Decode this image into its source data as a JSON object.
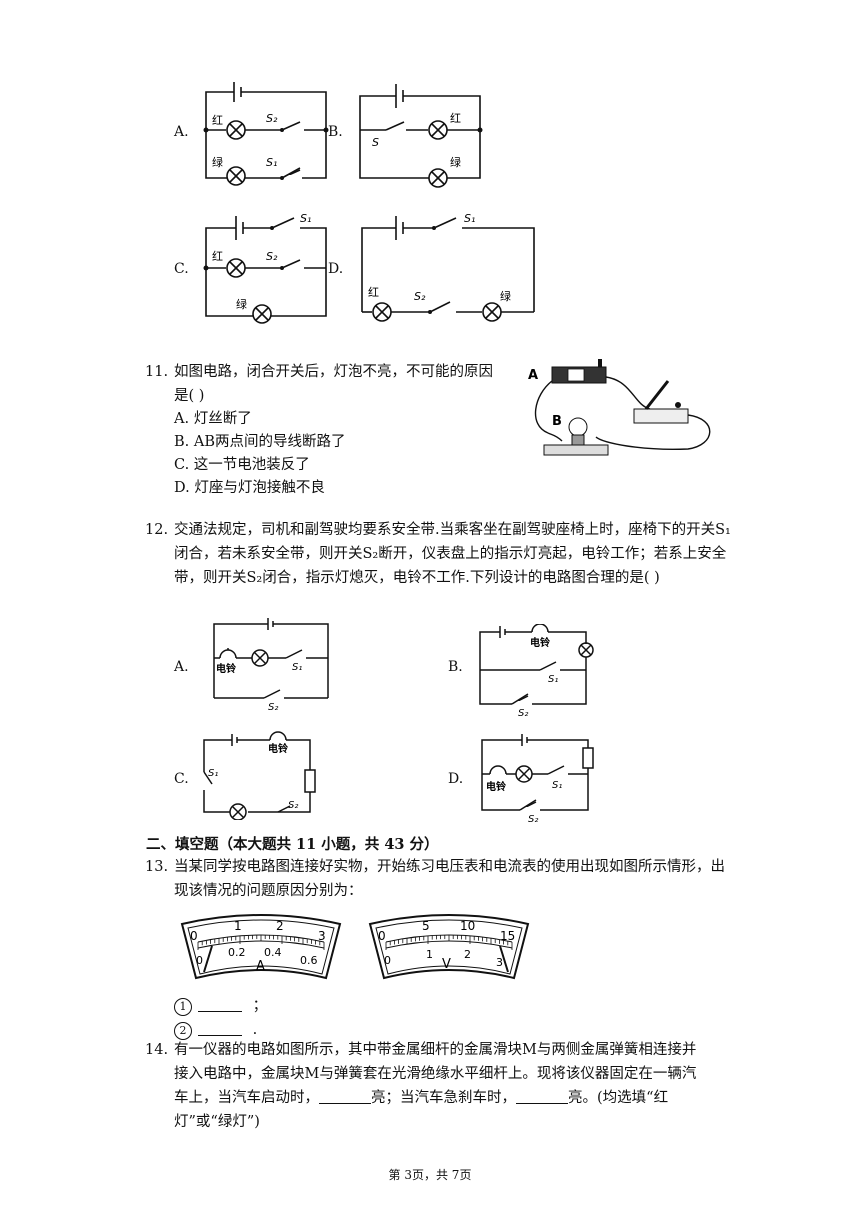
{
  "q10": {
    "options": [
      "A.",
      "B.",
      "C.",
      "D."
    ],
    "labels": {
      "red": "红",
      "green": "绿",
      "s": "S",
      "s1": "S₁",
      "s2": "S₂"
    }
  },
  "q11": {
    "number": "11.",
    "text": "如图电路，闭合开关后，灯泡不亮，不可能的原因是(    )",
    "options": [
      "A. 灯丝断了",
      "B. AB两点间的导线断路了",
      "C. 这一节电池装反了",
      "D. 灯座与灯泡接触不良"
    ],
    "fig_labels": {
      "a": "A",
      "b": "B"
    }
  },
  "q12": {
    "number": "12.",
    "text": "交通法规定，司机和副驾驶均要系安全带.当乘客坐在副驾驶座椅上时，座椅下的开关S₁闭合，若未系安全带，则开关S₂断开，仪表盘上的指示灯亮起，电铃工作；若系上安全带，则开关S₂闭合，指示灯熄灭，电铃不工作.下列设计的电路图合理的是(    )",
    "options": [
      "A.",
      "B.",
      "C.",
      "D."
    ],
    "labels": {
      "bell": "电铃",
      "s1": "S₁",
      "s2": "S₂"
    }
  },
  "section2": {
    "title": "二、填空题（本大题共 11 小题，共 43 分）"
  },
  "q13": {
    "number": "13.",
    "text": "当某同学按电路图连接好实物，开始练习电压表和电流表的使用出现如图所示情形，出现该情况的问题原因分别为：",
    "ammeter": {
      "top_ticks": [
        "0",
        "1",
        "2",
        "3"
      ],
      "bottom_ticks": [
        "0",
        "0.2",
        "0.4",
        "0.6"
      ],
      "unit": "A"
    },
    "voltmeter": {
      "top_ticks": [
        "0",
        "5",
        "10",
        "15"
      ],
      "bottom_ticks": [
        "0",
        "1",
        "2",
        "3"
      ],
      "unit": "V"
    },
    "blanks": [
      {
        "mark": "1",
        "tail": "；"
      },
      {
        "mark": "2",
        "tail": "."
      }
    ]
  },
  "q14": {
    "number": "14.",
    "text_1": "有一仪器的电路如图所示，其中带金属细杆的金属滑块M与两侧金属弹簧相连接并接入电路中，金属块M与弹簧套在光滑绝缘水平细杆上。现将该仪器固定在一辆汽车上，当汽车启动时，",
    "text_2": "亮；当汽车急刹车时，",
    "text_3": "亮。(均选填“红灯”或“绿灯”)"
  },
  "footer": "第 3页，共 7页"
}
